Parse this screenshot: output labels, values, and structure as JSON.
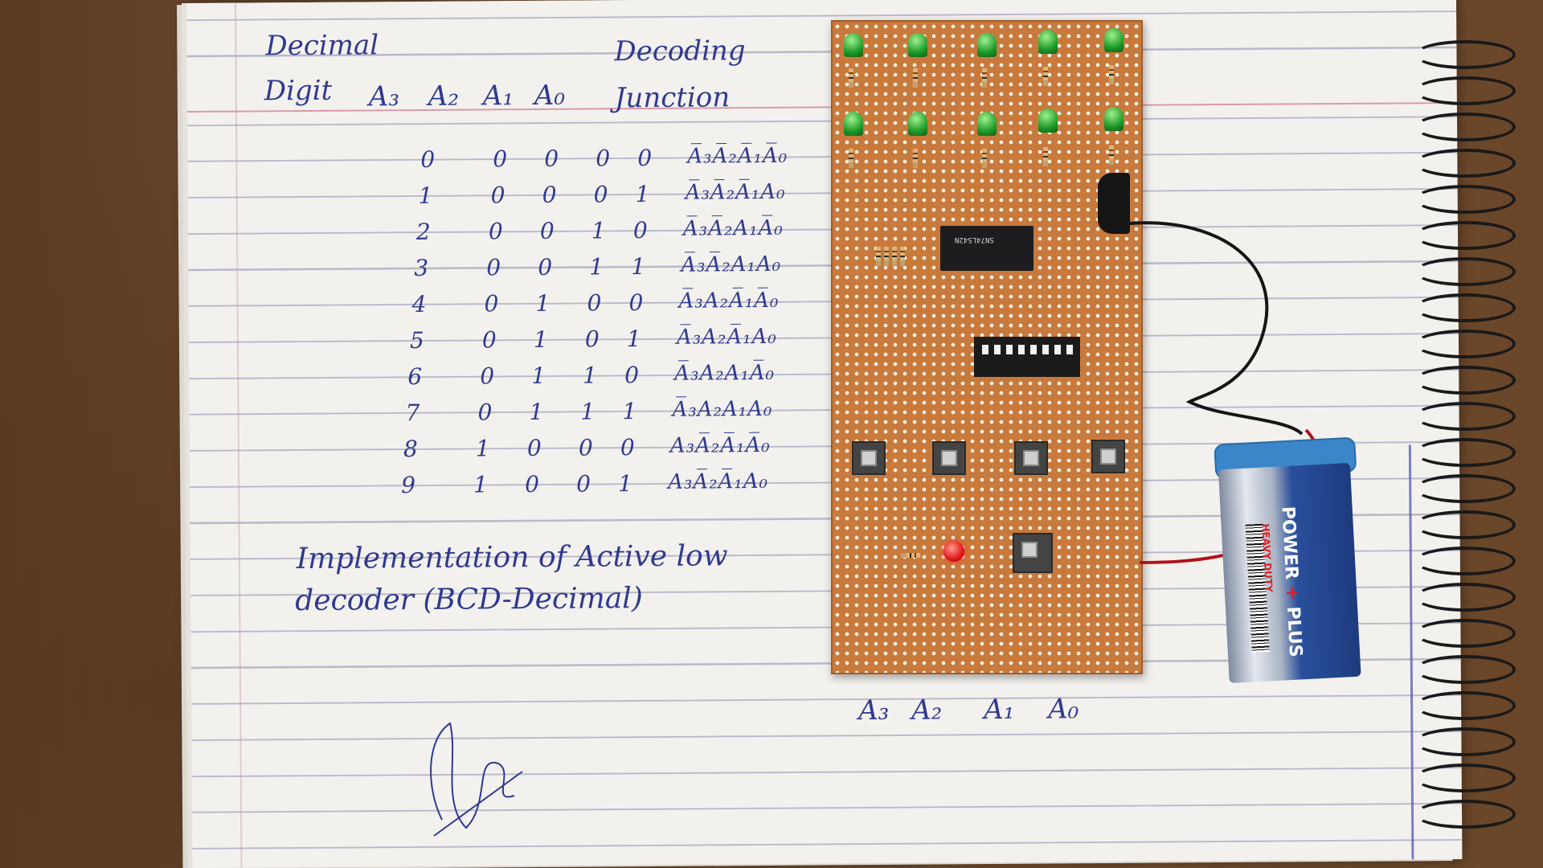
{
  "notebook": {
    "table_headers": {
      "decimal": "Decimal",
      "digit": "Digit",
      "a3": "A₃",
      "a2": "A₂",
      "a1": "A₁",
      "a0": "A₀",
      "decoding": "Decoding",
      "function": "Junction"
    },
    "rows": [
      {
        "digit": "0",
        "a3": "0",
        "a2": "0",
        "a1": "0",
        "a0": "0",
        "fn": "A̅₃A̅₂A̅₁A̅₀"
      },
      {
        "digit": "1",
        "a3": "0",
        "a2": "0",
        "a1": "0",
        "a0": "1",
        "fn": "A̅₃A̅₂A̅₁A₀"
      },
      {
        "digit": "2",
        "a3": "0",
        "a2": "0",
        "a1": "1",
        "a0": "0",
        "fn": "A̅₃A̅₂A₁A̅₀"
      },
      {
        "digit": "3",
        "a3": "0",
        "a2": "0",
        "a1": "1",
        "a0": "1",
        "fn": "A̅₃A̅₂A₁A₀"
      },
      {
        "digit": "4",
        "a3": "0",
        "a2": "1",
        "a1": "0",
        "a0": "0",
        "fn": "A̅₃A₂A̅₁A̅₀"
      },
      {
        "digit": "5",
        "a3": "0",
        "a2": "1",
        "a1": "0",
        "a0": "1",
        "fn": "A̅₃A₂A̅₁A₀"
      },
      {
        "digit": "6",
        "a3": "0",
        "a2": "1",
        "a1": "1",
        "a0": "0",
        "fn": "A̅₃A₂A₁A̅₀"
      },
      {
        "digit": "7",
        "a3": "0",
        "a2": "1",
        "a1": "1",
        "a0": "1",
        "fn": "A̅₃A₂A₁A₀"
      },
      {
        "digit": "8",
        "a3": "1",
        "a2": "0",
        "a1": "0",
        "a0": "0",
        "fn": "A₃A̅₂A̅₁A̅₀"
      },
      {
        "digit": "9",
        "a3": "1",
        "a2": "0",
        "a1": "0",
        "a0": "1",
        "fn": "A₃A̅₂A̅₁A₀"
      }
    ],
    "caption_line1": "Implementation of Active low",
    "caption_line2": "decoder (BCD-Decimal)",
    "switch_labels": [
      "A₃",
      "A₂",
      "A₁",
      "A₀"
    ]
  },
  "circuit": {
    "ic_marking": "SN74LS42N",
    "battery_brand_1": "POWER",
    "battery_brand_2": "PLUS",
    "battery_subtext": "HEAVY DUTY",
    "colors": {
      "pcb": "#c8793c",
      "led_green": "#1f9b2a",
      "led_red": "#e0161b",
      "ink": "#2f3a8f",
      "battery_cap": "#3a86c8"
    }
  }
}
